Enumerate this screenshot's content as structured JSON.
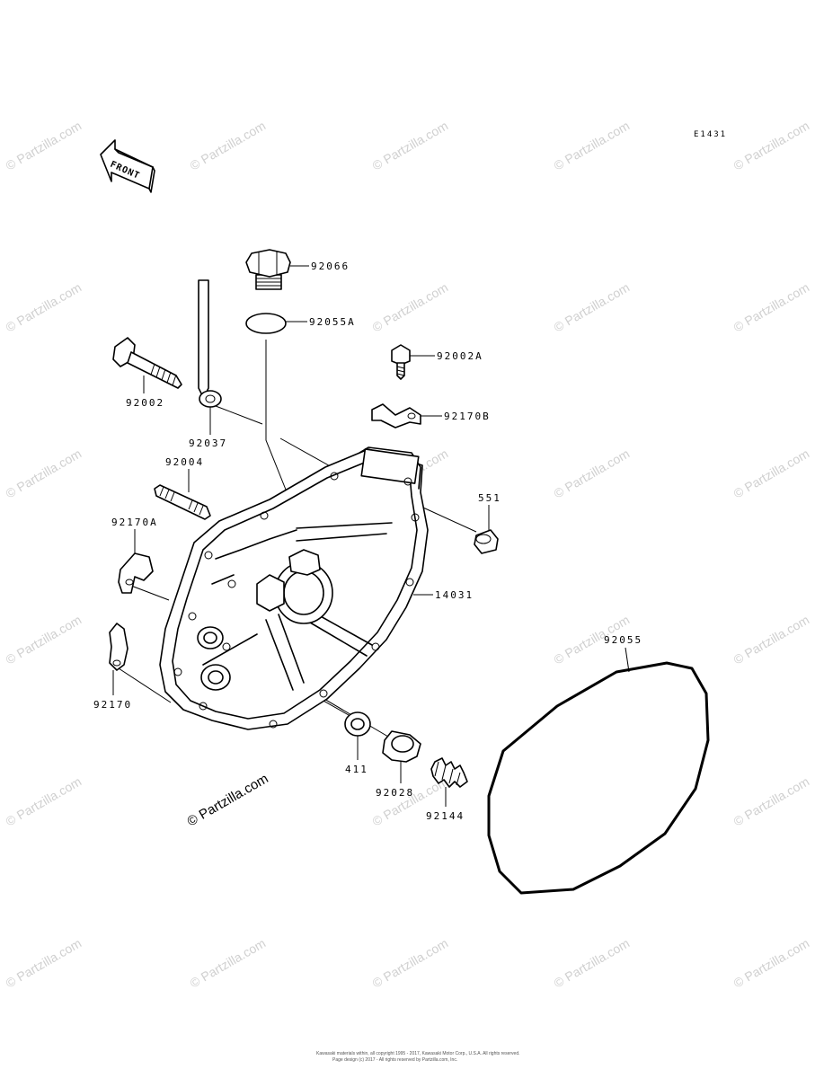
{
  "diagram": {
    "code": "E1431",
    "front_label": "FRONT",
    "parts": [
      {
        "id": "92066"
      },
      {
        "id": "92055A"
      },
      {
        "id": "92002A"
      },
      {
        "id": "92002"
      },
      {
        "id": "92037"
      },
      {
        "id": "92170B"
      },
      {
        "id": "92004"
      },
      {
        "id": "551"
      },
      {
        "id": "92170A"
      },
      {
        "id": "14031"
      },
      {
        "id": "92055"
      },
      {
        "id": "92170"
      },
      {
        "id": "411"
      },
      {
        "id": "92028"
      },
      {
        "id": "92144"
      }
    ],
    "watermark_text": "© Partzilla.com",
    "footer_line1": "Kawasaki materials within, all copyright 1995 - 2017, Kawasaki Motor Corp., U.S.A.  All rights reserved.",
    "footer_line2": "Page design (c) 2017 - All rights reserved by Partzilla.com, Inc."
  },
  "colors": {
    "ink": "#000000",
    "watermark": "#d0d0d0"
  }
}
